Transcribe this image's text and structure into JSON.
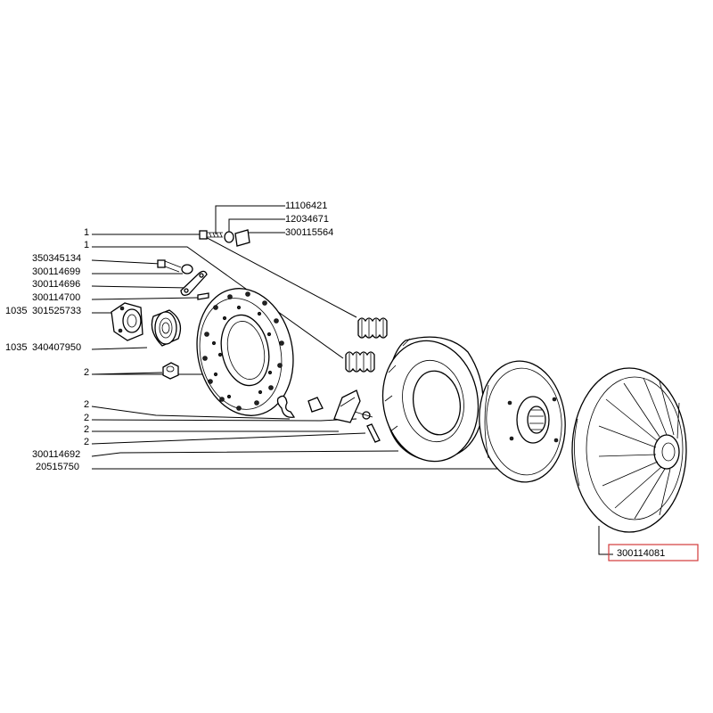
{
  "labels": {
    "bolt_top": "11106421",
    "washer_top": "12034671",
    "bracket_top": "300115564",
    "ref_1a": "1",
    "ref_1b": "1",
    "screw": "350345134",
    "washer": "300114699",
    "link": "300114696",
    "pin": "300114700",
    "bearing_prefix": "1035",
    "bearing": "301525733",
    "sleeve_prefix": "1035",
    "sleeve": "340407950",
    "ref_2a": "2",
    "ref_2b": "2",
    "ref_2c": "2",
    "ref_2d": "2",
    "ref_2e": "2",
    "pressure_plate": "300114692",
    "disc": "20515750",
    "flywheel": "300114081"
  }
}
